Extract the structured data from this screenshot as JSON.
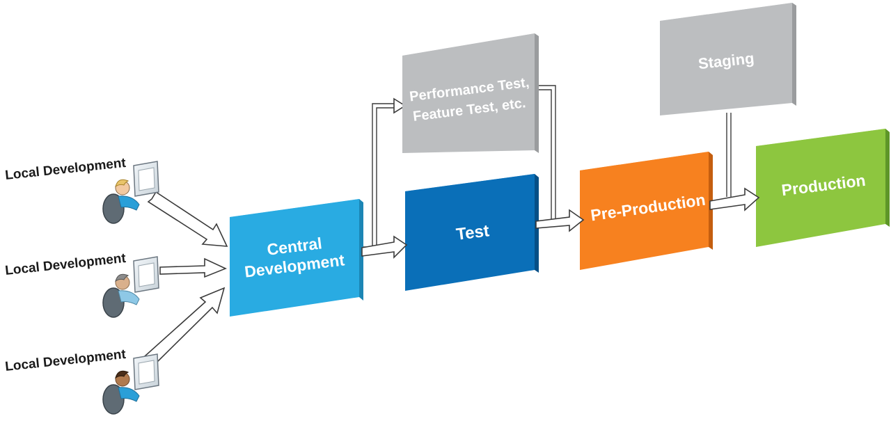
{
  "developers": [
    {
      "label": "Local Development"
    },
    {
      "label": "Local Development"
    },
    {
      "label": "Local Development"
    }
  ],
  "stages": {
    "central": {
      "line1": "Central",
      "line2": "Development",
      "color": "#29abe2"
    },
    "test": {
      "label": "Test",
      "color": "#0a6fb8"
    },
    "perf": {
      "line1": "Performance Test,",
      "line2": "Feature Test, etc.",
      "color": "#bcbec0"
    },
    "preprod": {
      "label": "Pre-Production",
      "color": "#f7811f"
    },
    "staging": {
      "label": "Staging",
      "color": "#bcbec0"
    },
    "production": {
      "label": "Production",
      "color": "#8dc63f"
    }
  }
}
